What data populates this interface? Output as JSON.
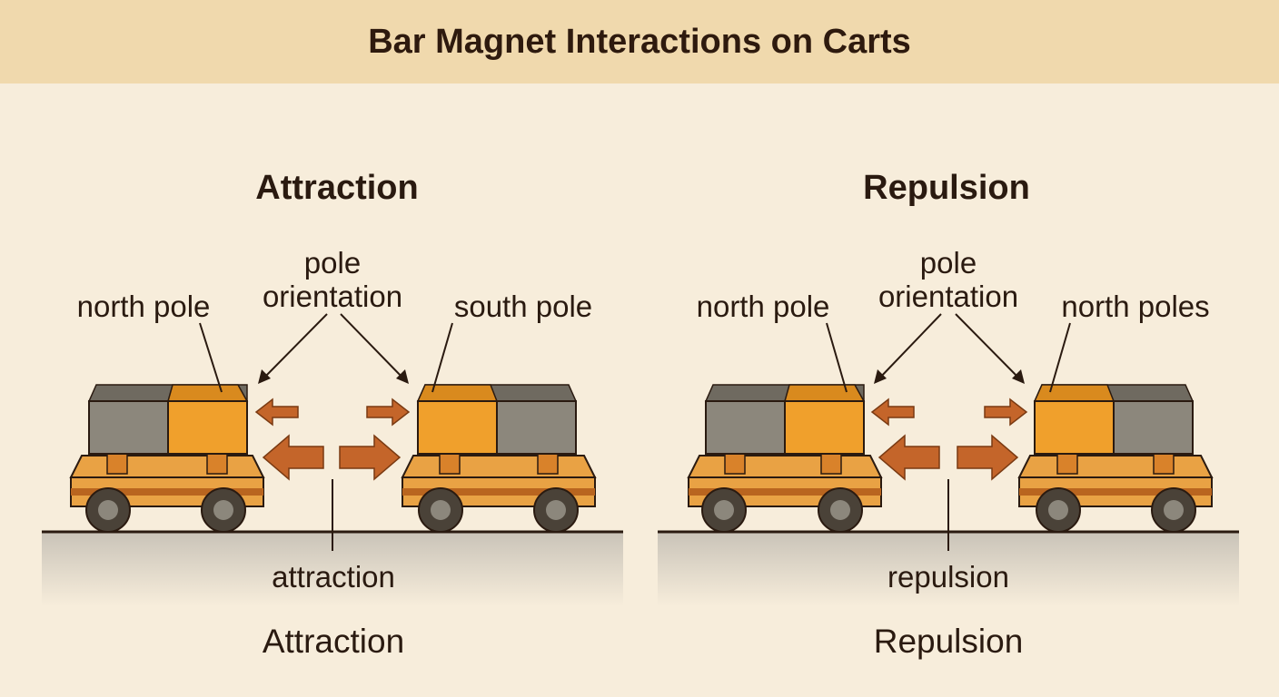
{
  "title": "Bar Magnet Interactions on Carts",
  "colors": {
    "background": "#f7eddb",
    "header": "#f0d9ad",
    "magnet_orange": "#f0a02c",
    "magnet_gray": "#8c877c",
    "cart_wood": "#e9a244",
    "arrow": "#c4652a",
    "text": "#2a1a10"
  },
  "panels": [
    {
      "id": "attraction",
      "heading": "Attraction",
      "labels": {
        "left_pole": "north pole",
        "pole_orientation": "pole\norientation",
        "right_pole": "south pole",
        "interaction": "attraction"
      },
      "footer": "Attraction",
      "arrow_direction": "toward-center"
    },
    {
      "id": "repulsion",
      "heading": "Repulsion",
      "labels": {
        "left_pole": "north pole",
        "pole_orientation": "pole\norientation",
        "right_pole": "north poles",
        "interaction": "repulsion"
      },
      "footer": "Repulsion",
      "arrow_direction": "away-from-center"
    }
  ]
}
